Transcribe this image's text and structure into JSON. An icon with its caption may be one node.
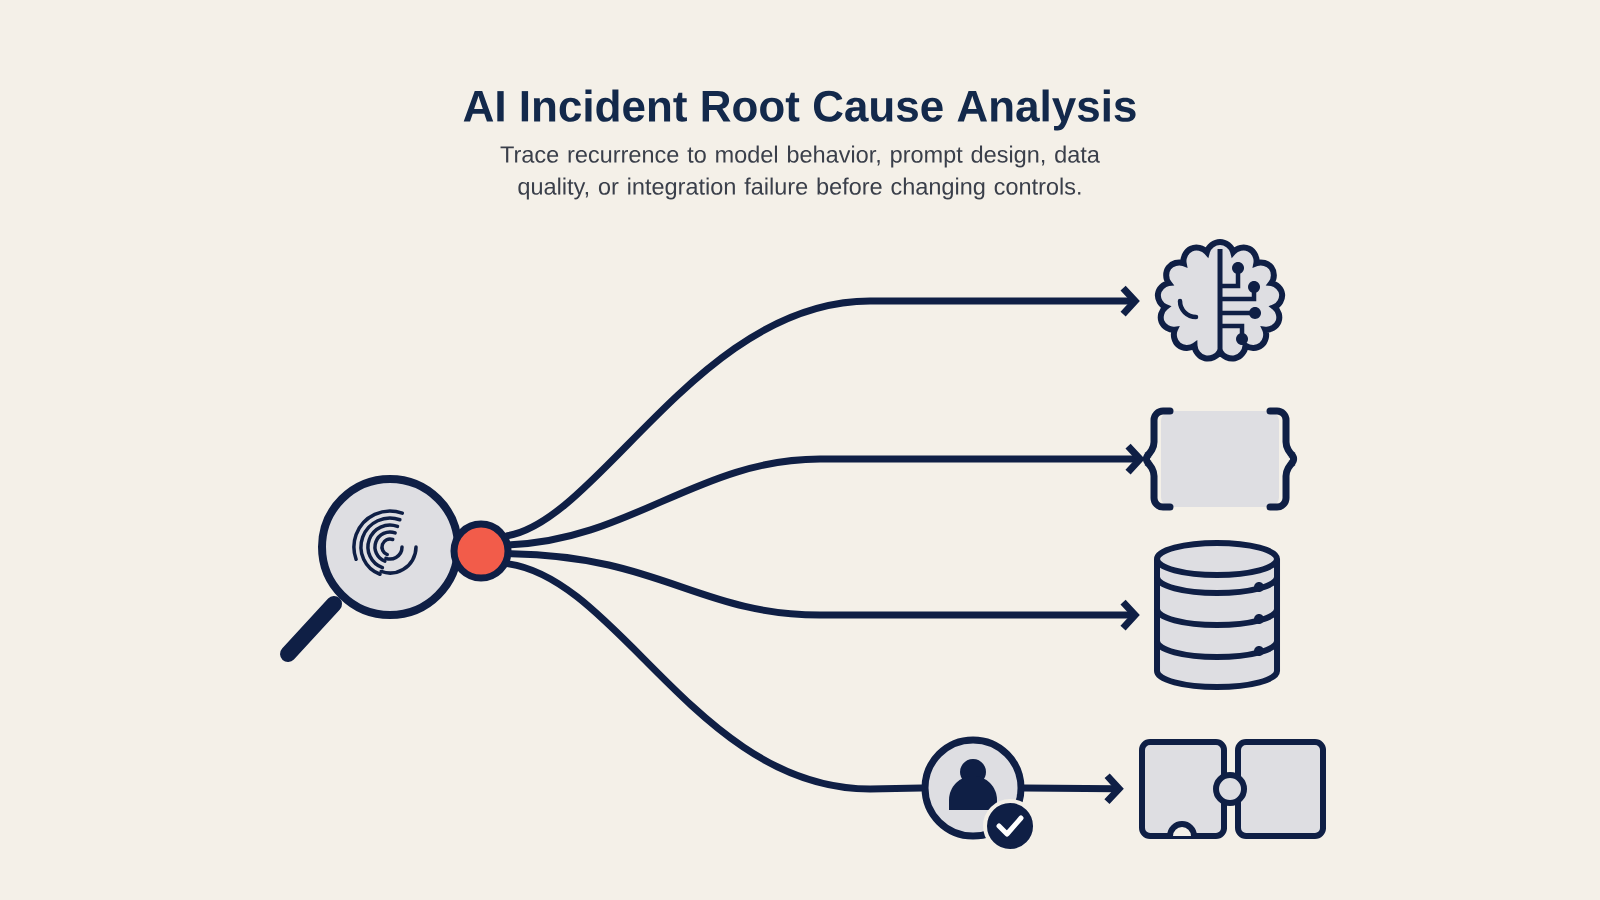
{
  "diagram": {
    "title": "AI Incident Root Cause Analysis",
    "nodes": [
      {
        "text": [],
        "shape": "picture"
      },
      {
        "text": [],
        "shape": "circle"
      },
      {
        "text": [],
        "shape": "picture"
      },
      {
        "text": [],
        "shape": "box"
      },
      {
        "text": [],
        "shape": "cylinder"
      },
      {
        "text": [],
        "shape": "picture"
      },
      {
        "text": [],
        "shape": "picture"
      }
    ],
    "edges": [
      {
        "from": 1,
        "to": 2,
        "arrow": "to"
      },
      {
        "from": 1,
        "to": 3,
        "arrow": "to"
      },
      {
        "from": 1,
        "to": 4,
        "arrow": "to"
      },
      {
        "from": 1,
        "to": 5,
        "arrow": "none"
      },
      {
        "from": 5,
        "to": 6,
        "arrow": "to"
      }
    ],
    "labels": [
      "Trace recurrence to model behavior, prompt design, data quality, or integration failure before changing controls."
    ]
  }
}
